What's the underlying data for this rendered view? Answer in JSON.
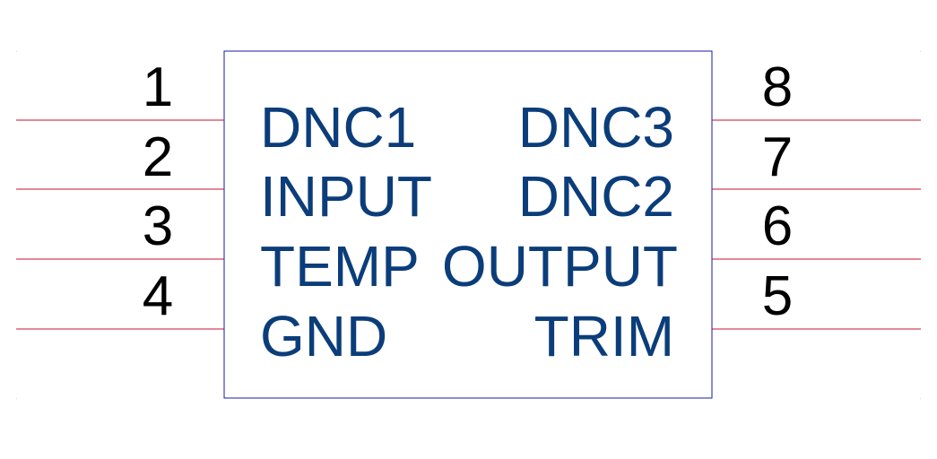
{
  "component": {
    "left_pins": [
      {
        "number": "1",
        "name": "DNC1"
      },
      {
        "number": "2",
        "name": "INPUT"
      },
      {
        "number": "3",
        "name": "TEMP"
      },
      {
        "number": "4",
        "name": "GND"
      }
    ],
    "right_pins": [
      {
        "number": "8",
        "name": "DNC3"
      },
      {
        "number": "7",
        "name": "DNC2"
      },
      {
        "number": "6",
        "name": "OUTPUT"
      },
      {
        "number": "5",
        "name": "TRIM"
      }
    ]
  },
  "colors": {
    "pin_line": "#c8102e",
    "body_outline": "#1a1aa8",
    "pin_name_text": "#0b3d7a",
    "pin_number_text": "#000000"
  }
}
